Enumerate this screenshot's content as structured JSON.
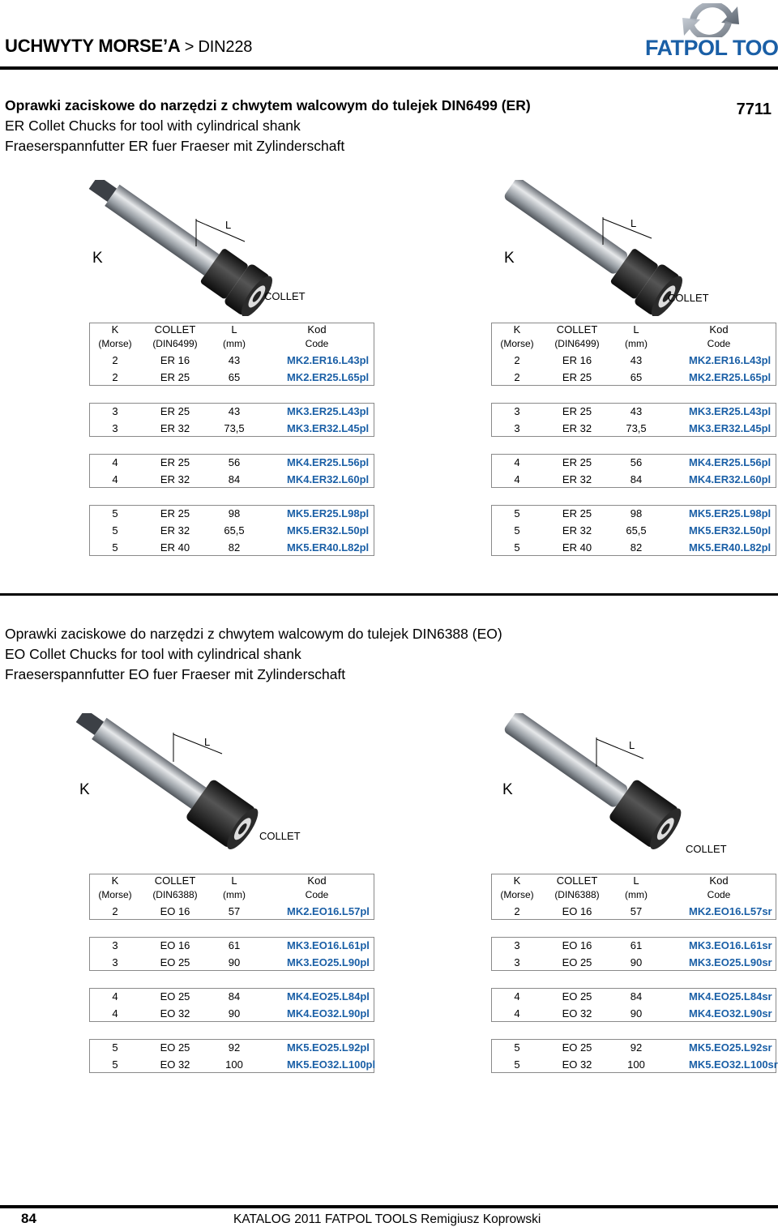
{
  "header": {
    "title_main": "UCHWYTY MORSE’A",
    "title_sub": "> DIN228",
    "logo_text": "FATPOL TOOLS",
    "catalog_code": "7711"
  },
  "colors": {
    "brand": "#1a5fa6",
    "code_text": "#1a5fa6"
  },
  "section1": {
    "title_pl": "Oprawki zaciskowe do narzędzi z chwytem walcowym do tulejek DIN6499 (ER)",
    "title_en": "ER Collet Chucks for tool with cylindrical shank",
    "title_de": "Fraeserspannfutter ER fuer Fraeser mit Zylinderschaft",
    "label_K": "K",
    "label_L": "L",
    "label_collet": "COLLET",
    "headers": {
      "k": "K",
      "k_sub": "(Morse)",
      "collet": "COLLET",
      "collet_sub": "(DIN6499)",
      "l": "L",
      "l_sub": "(mm)",
      "kod": "Kod",
      "kod_sub": "Code"
    },
    "left_rows": [
      [
        "2",
        "ER 16",
        "43",
        "MK2.ER16.L43pl"
      ],
      [
        "2",
        "ER 25",
        "65",
        "MK2.ER25.L65pl"
      ],
      [
        "3",
        "ER 25",
        "43",
        "MK3.ER25.L43pl"
      ],
      [
        "3",
        "ER 32",
        "73,5",
        "MK3.ER32.L45pl"
      ],
      [
        "4",
        "ER 25",
        "56",
        "MK4.ER25.L56pl"
      ],
      [
        "4",
        "ER 32",
        "84",
        "MK4.ER32.L60pl"
      ],
      [
        "5",
        "ER 25",
        "98",
        "MK5.ER25.L98pl"
      ],
      [
        "5",
        "ER 32",
        "65,5",
        "MK5.ER32.L50pl"
      ],
      [
        "5",
        "ER 40",
        "82",
        "MK5.ER40.L82pl"
      ]
    ],
    "right_rows": [
      [
        "2",
        "ER 16",
        "43",
        "MK2.ER16.L43pl"
      ],
      [
        "2",
        "ER 25",
        "65",
        "MK2.ER25.L65pl"
      ],
      [
        "3",
        "ER 25",
        "43",
        "MK3.ER25.L43pl"
      ],
      [
        "3",
        "ER 32",
        "73,5",
        "MK3.ER32.L45pl"
      ],
      [
        "4",
        "ER 25",
        "56",
        "MK4.ER25.L56pl"
      ],
      [
        "4",
        "ER 32",
        "84",
        "MK4.ER32.L60pl"
      ],
      [
        "5",
        "ER 25",
        "98",
        "MK5.ER25.L98pl"
      ],
      [
        "5",
        "ER 32",
        "65,5",
        "MK5.ER32.L50pl"
      ],
      [
        "5",
        "ER 40",
        "82",
        "MK5.ER40.L82pl"
      ]
    ]
  },
  "section2": {
    "title_pl": "Oprawki zaciskowe do narzędzi z chwytem walcowym do tulejek DIN6388 (EO)",
    "title_en": "EO Collet Chucks for tool with cylindrical shank",
    "title_de": "Fraeserspannfutter EO fuer Fraeser mit Zylinderschaft",
    "label_K": "K",
    "label_L": "L",
    "label_collet": "COLLET",
    "headers": {
      "k": "K",
      "k_sub": "(Morse)",
      "collet": "COLLET",
      "collet_sub": "(DIN6388)",
      "l": "L",
      "l_sub": "(mm)",
      "kod": "Kod",
      "kod_sub": "Code"
    },
    "left_rows": [
      [
        "2",
        "EO 16",
        "57",
        "MK2.EO16.L57pl"
      ],
      [
        "3",
        "EO 16",
        "61",
        "MK3.EO16.L61pl"
      ],
      [
        "3",
        "EO 25",
        "90",
        "MK3.EO25.L90pl"
      ],
      [
        "4",
        "EO 25",
        "84",
        "MK4.EO25.L84pl"
      ],
      [
        "4",
        "EO 32",
        "90",
        "MK4.EO32.L90pl"
      ],
      [
        "5",
        "EO 25",
        "92",
        "MK5.EO25.L92pl"
      ],
      [
        "5",
        "EO 32",
        "100",
        "MK5.EO32.L100pl"
      ]
    ],
    "right_rows": [
      [
        "2",
        "EO 16",
        "57",
        "MK2.EO16.L57sr"
      ],
      [
        "3",
        "EO 16",
        "61",
        "MK3.EO16.L61sr"
      ],
      [
        "3",
        "EO 25",
        "90",
        "MK3.EO25.L90sr"
      ],
      [
        "4",
        "EO 25",
        "84",
        "MK4.EO25.L84sr"
      ],
      [
        "4",
        "EO 32",
        "90",
        "MK4.EO32.L90sr"
      ],
      [
        "5",
        "EO 25",
        "92",
        "MK5.EO25.L92sr"
      ],
      [
        "5",
        "EO 32",
        "100",
        "MK5.EO32.L100sr"
      ]
    ]
  },
  "footer": {
    "page_number": "84",
    "text": "KATALOG 2011 FATPOL TOOLS Remigiusz Koprowski"
  }
}
